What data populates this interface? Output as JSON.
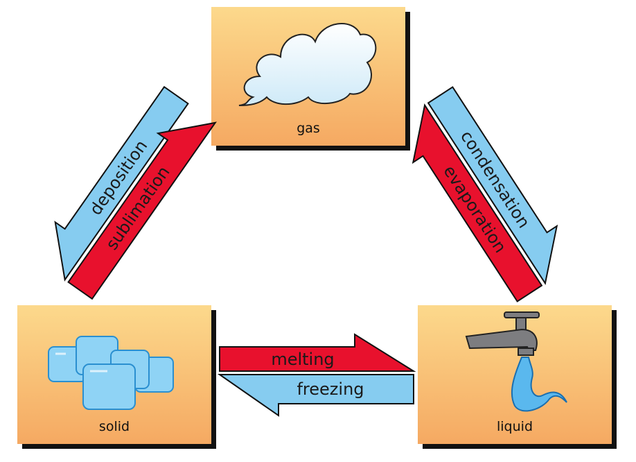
{
  "states": {
    "gas": "gas",
    "solid": "solid",
    "liquid": "liquid"
  },
  "transitions": {
    "deposition": "deposition",
    "sublimation": "sublimation",
    "condensation": "condensation",
    "evaporation": "evaporation",
    "melting": "melting",
    "freezing": "freezing"
  },
  "colors": {
    "heating_arrow": "#e8112d",
    "cooling_arrow": "#86ccf0",
    "box_top": "#fcd98c",
    "box_bottom": "#f5a962"
  },
  "icons": [
    "cloud-icon",
    "ice-cubes-icon",
    "faucet-icon"
  ]
}
